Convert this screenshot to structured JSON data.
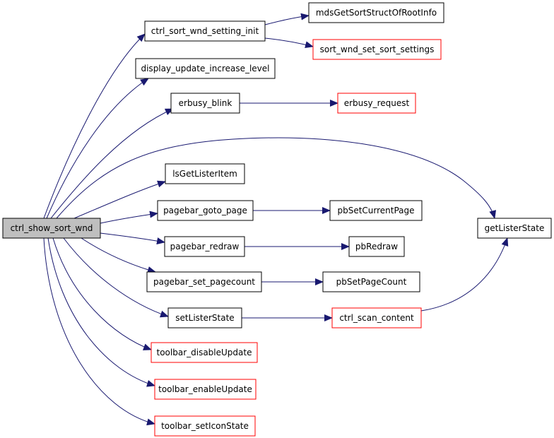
{
  "colors": {
    "edge": "#191970",
    "node_border_default": "#000000",
    "node_border_highlight": "#ff0000",
    "root_fill": "#bfbfbf",
    "node_fill": "#ffffff"
  },
  "nodes": {
    "root": {
      "label": "ctrl_show_sort_wnd",
      "style": "root"
    },
    "ctrl_sort_wnd_setting_init": {
      "label": "ctrl_sort_wnd_setting_init",
      "style": "default"
    },
    "mdsGetSortStructOfRootInfo": {
      "label": "mdsGetSortStructOfRootInfo",
      "style": "default"
    },
    "sort_wnd_set_sort_settings": {
      "label": "sort_wnd_set_sort_settings",
      "style": "highlight"
    },
    "display_update_increase_level": {
      "label": "display_update_increase_level",
      "style": "default"
    },
    "erbusy_blink": {
      "label": "erbusy_blink",
      "style": "default"
    },
    "erbusy_request": {
      "label": "erbusy_request",
      "style": "highlight"
    },
    "lsGetListerItem": {
      "label": "lsGetListerItem",
      "style": "default"
    },
    "pagebar_goto_page": {
      "label": "pagebar_goto_page",
      "style": "default"
    },
    "pbSetCurrentPage": {
      "label": "pbSetCurrentPage",
      "style": "default"
    },
    "getListerState": {
      "label": "getListerState",
      "style": "default"
    },
    "pagebar_redraw": {
      "label": "pagebar_redraw",
      "style": "default"
    },
    "pbRedraw": {
      "label": "pbRedraw",
      "style": "default"
    },
    "pagebar_set_pagecount": {
      "label": "pagebar_set_pagecount",
      "style": "default"
    },
    "pbSetPageCount": {
      "label": "pbSetPageCount",
      "style": "default"
    },
    "setListerState": {
      "label": "setListerState",
      "style": "default"
    },
    "ctrl_scan_content": {
      "label": "ctrl_scan_content",
      "style": "highlight"
    },
    "toolbar_disableUpdate": {
      "label": "toolbar_disableUpdate",
      "style": "highlight"
    },
    "toolbar_enableUpdate": {
      "label": "toolbar_enableUpdate",
      "style": "highlight"
    },
    "toolbar_setIconState": {
      "label": "toolbar_setIconState",
      "style": "highlight"
    }
  },
  "edges": [
    [
      "root",
      "ctrl_sort_wnd_setting_init"
    ],
    [
      "ctrl_sort_wnd_setting_init",
      "mdsGetSortStructOfRootInfo"
    ],
    [
      "ctrl_sort_wnd_setting_init",
      "sort_wnd_set_sort_settings"
    ],
    [
      "root",
      "display_update_increase_level"
    ],
    [
      "root",
      "erbusy_blink"
    ],
    [
      "erbusy_blink",
      "erbusy_request"
    ],
    [
      "root",
      "getListerState"
    ],
    [
      "root",
      "lsGetListerItem"
    ],
    [
      "root",
      "pagebar_goto_page"
    ],
    [
      "pagebar_goto_page",
      "pbSetCurrentPage"
    ],
    [
      "root",
      "pagebar_redraw"
    ],
    [
      "pagebar_redraw",
      "pbRedraw"
    ],
    [
      "root",
      "pagebar_set_pagecount"
    ],
    [
      "pagebar_set_pagecount",
      "pbSetPageCount"
    ],
    [
      "root",
      "setListerState"
    ],
    [
      "setListerState",
      "ctrl_scan_content"
    ],
    [
      "ctrl_scan_content",
      "getListerState"
    ],
    [
      "root",
      "toolbar_disableUpdate"
    ],
    [
      "root",
      "toolbar_enableUpdate"
    ],
    [
      "root",
      "toolbar_setIconState"
    ]
  ]
}
